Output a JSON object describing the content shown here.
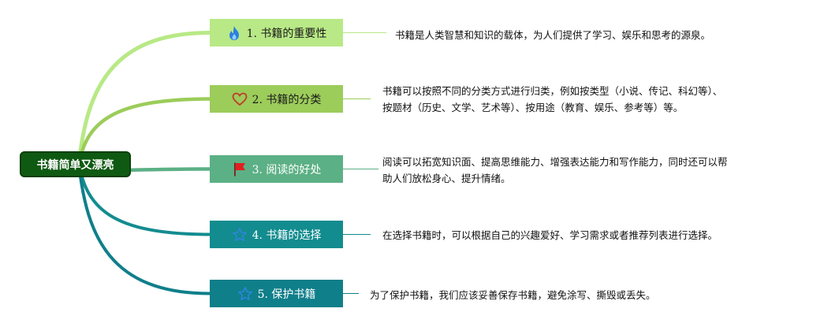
{
  "root": {
    "label": "书籍简单又漂亮"
  },
  "branches": [
    {
      "label": "1. 书籍的重要性",
      "icon": "flame-icon",
      "fill": "#b8e986",
      "text_color": "#1a1a1a",
      "line_color": "#b8e986",
      "desc": [
        "书籍是人类智慧和知识的载体，为人们提供了学习、娱乐和思考的源泉。"
      ]
    },
    {
      "label": "2. 书籍的分类",
      "icon": "heart-icon",
      "fill": "#9ccc5a",
      "text_color": "#1a1a1a",
      "line_color": "#9ccc5a",
      "desc": [
        "书籍可以按照不同的分类方式进行归类，例如按类型（小说、传记、科幻等）、",
        "按题材（历史、文学、艺术等）、按用途（教育、娱乐、参考等）等。"
      ]
    },
    {
      "label": "3. 阅读的好处",
      "icon": "flag-icon",
      "fill": "#5cb085",
      "text_color": "#ffffff",
      "line_color": "#5cb085",
      "desc": [
        "阅读可以拓宽知识面、提高思维能力、增强表达能力和写作能力，同时还可以帮",
        "助人们放松身心、提升情绪。"
      ]
    },
    {
      "label": "4. 书籍的选择",
      "icon": "star-icon",
      "fill": "#138c8f",
      "text_color": "#ffffff",
      "line_color": "#138c8f",
      "desc": [
        "在选择书籍时，可以根据自己的兴趣爱好、学习需求或者推荐列表进行选择。"
      ]
    },
    {
      "label": "5. 保护书籍",
      "icon": "star-icon",
      "fill": "#0f7f8a",
      "text_color": "#ffffff",
      "line_color": "#0f7f8a",
      "desc": [
        "为了保护书籍，我们应该妥善保存书籍，避免涂写、撕毁或丢失。"
      ]
    }
  ]
}
